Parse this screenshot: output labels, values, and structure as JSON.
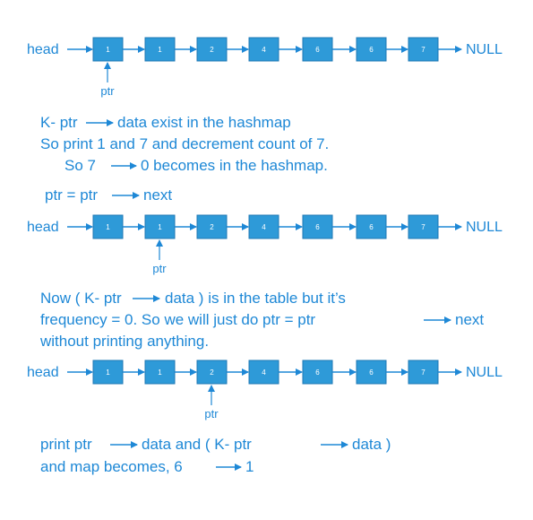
{
  "colors": {
    "accent": "#1e88d6",
    "node_fill": "#2e9ad8",
    "node_stroke": "#1f78b4"
  },
  "labels": {
    "head": "head",
    "null": "NULL",
    "ptr": "ptr"
  },
  "diagrams": [
    {
      "nodes": [
        "1",
        "1",
        "2",
        "4",
        "6",
        "6",
        "7"
      ],
      "ptr_index": 0
    },
    {
      "nodes": [
        "1",
        "1",
        "2",
        "4",
        "6",
        "6",
        "7"
      ],
      "ptr_index": 1
    },
    {
      "nodes": [
        "1",
        "1",
        "2",
        "4",
        "6",
        "6",
        "7"
      ],
      "ptr_index": 2
    }
  ],
  "text": {
    "step1": {
      "line1_a": "K- ptr",
      "line1_b": "data  exist in the hashmap",
      "line2": "So print  1 and 7  and  decrement count of 7.",
      "line3_a": "So   7",
      "line3_b": "0      becomes in the hashmap."
    },
    "step2": {
      "assign_a": "ptr = ptr",
      "assign_b": "next",
      "line1_a": "Now ( K- ptr",
      "line1_b": "data )   is in the table but it’s",
      "line2_a": "frequency = 0.  So we will just do   ptr = ptr",
      "line2_b": "next",
      "line3": "without printing anything."
    },
    "step3": {
      "line1_a": "print  ptr",
      "line1_b": "data  and  ( K- ptr",
      "line1_c": "data )",
      "line2_a": "and map becomes,    6",
      "line2_b": "1"
    }
  }
}
